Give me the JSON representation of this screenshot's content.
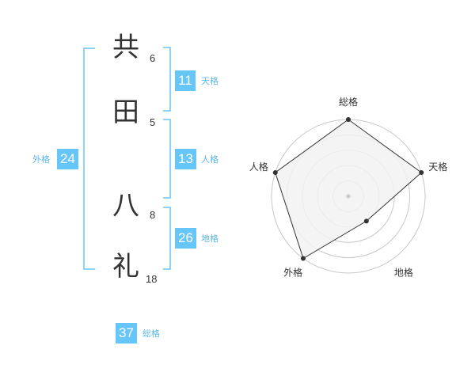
{
  "colors": {
    "accent": "#66c5f9",
    "label": "#5bb8ec",
    "text": "#333333",
    "radar_fill": "#f2f2f2",
    "grid": "#c8c8c8"
  },
  "name": {
    "chars": [
      {
        "char": "共",
        "strokes": "6"
      },
      {
        "char": "田",
        "strokes": "5"
      },
      {
        "char": "八",
        "strokes": "8"
      },
      {
        "char": "礼",
        "strokes": "18"
      }
    ]
  },
  "fortunes": {
    "tenkaku": {
      "value": "11",
      "label": "天格"
    },
    "jinkaku": {
      "value": "13",
      "label": "人格"
    },
    "chikaku": {
      "value": "26",
      "label": "地格"
    },
    "gaikaku": {
      "value": "24",
      "label": "外格"
    },
    "soukaku": {
      "value": "37",
      "label": "総格"
    }
  },
  "radar": {
    "axes": [
      "総格",
      "天格",
      "地格",
      "外格",
      "人格"
    ],
    "values": [
      5,
      5,
      2,
      5,
      5
    ],
    "max": 5
  }
}
